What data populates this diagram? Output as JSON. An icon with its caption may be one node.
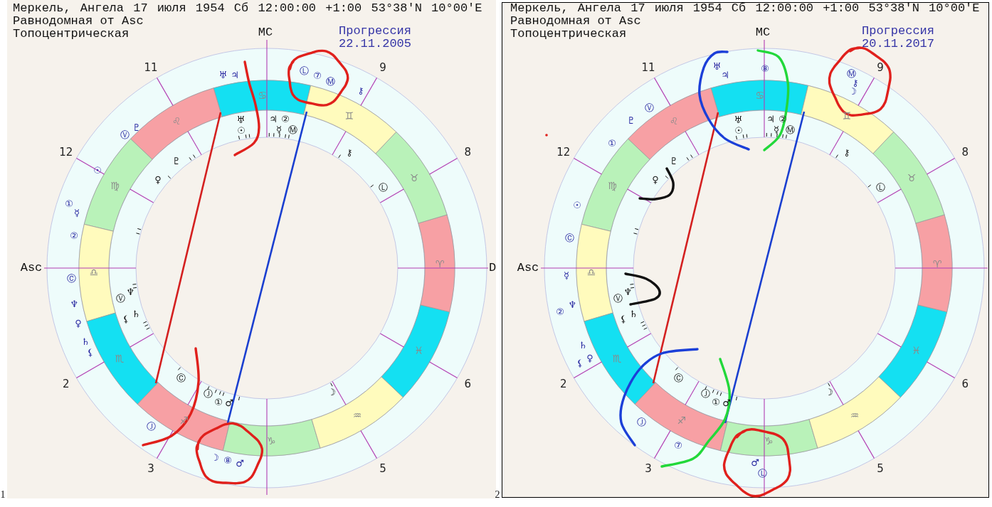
{
  "diagram": {
    "labels": [
      "Меркель, Ангела 17 июля 1954 Сб 12:00:00 +1:00 53°38'N 10°00'E",
      "Равнодомная от Asc",
      "Топоцентрическая",
      "MC",
      "Прогрессия 22.11.2005",
      "Asc",
      "D",
      "11",
      "9",
      "12",
      "8",
      "2",
      "6",
      "3",
      "5",
      "♋",
      "♌",
      "♍",
      "♎",
      "♏",
      "♐",
      "♑",
      "♒",
      "♓",
      "♈",
      "♉",
      "♊",
      "♅",
      "♃",
      "Ⓛ",
      "⑦",
      "Ⓜ",
      "⚷",
      "Ⓥ",
      "♇",
      "☉",
      "①",
      "☿",
      "②",
      "Ⓒ",
      "♆",
      "♀",
      "♄",
      "⚸",
      "Ⓙ",
      "☽",
      "⑧",
      "♂",
      "♅",
      "☉",
      "♃",
      "②",
      "☿",
      "Ⓜ",
      "⚷",
      "♇",
      "♀",
      "Ⓛ",
      "Ⓥ",
      "♆",
      "⚸",
      "♄",
      "Ⓒ",
      "Ⓙ",
      "①",
      "♂",
      "☽",
      "1",
      "Меркель, Ангела 17 июля 1954 Сб 12:00:00 +1:00 53°38'N 10°00'E",
      "Равнодомная от Asc",
      "Топоцентрическая",
      "MC",
      "Прогрессия 20.11.2017",
      "Asc",
      "11",
      "9",
      "12",
      "8",
      "2",
      "6",
      "3",
      "5",
      "♋",
      "♌",
      "♍",
      "♎",
      "♏",
      "♐",
      "♑",
      "♒",
      "♓",
      "♈",
      "♉",
      "♊",
      "♅",
      "♃",
      "⑧",
      "Ⓜ",
      "⚷",
      "☽",
      "Ⓥ",
      "♇",
      "①",
      "☉",
      "Ⓒ",
      "☿",
      "②",
      "♆",
      "♄",
      "⚸",
      "♀",
      "Ⓙ",
      "⑦",
      "♂",
      "Ⓛ",
      "♅",
      "☉",
      "♃",
      "②",
      "☿",
      "Ⓜ",
      "⚷",
      "♇",
      "♀",
      "Ⓛ",
      "Ⓥ",
      "♆",
      "⚸",
      "♄",
      "Ⓒ",
      "Ⓙ",
      "①",
      "♂",
      "☽",
      "2"
    ]
  }
}
